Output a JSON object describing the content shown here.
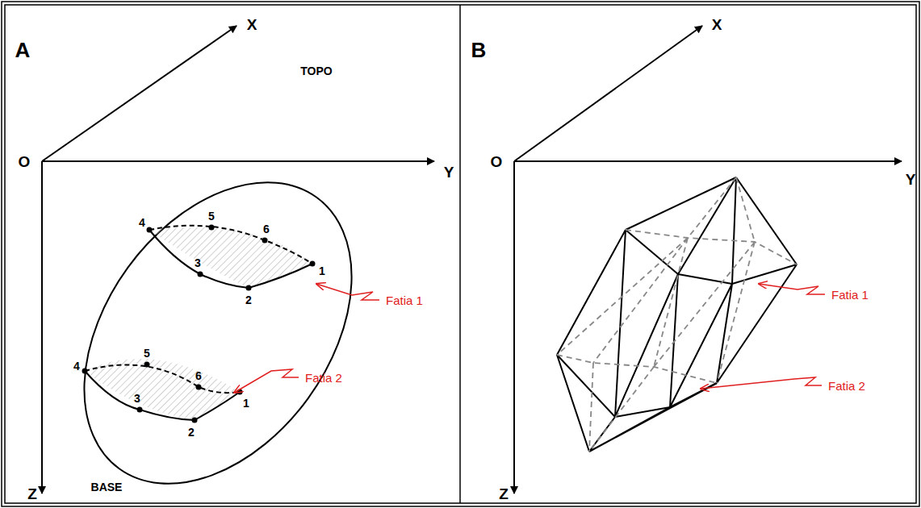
{
  "diagram": {
    "labels": [
      "A",
      "X",
      "O",
      "Y",
      "Z",
      "TOPO",
      "4",
      "5",
      "6",
      "3",
      "2",
      "1",
      "Fatia 1",
      "4",
      "5",
      "6",
      "3",
      "2",
      "1",
      "Fatia 2",
      "BASE",
      "B",
      "X",
      "O",
      "Y",
      "Z",
      "Fatia 1",
      "Fatia 2"
    ]
  }
}
